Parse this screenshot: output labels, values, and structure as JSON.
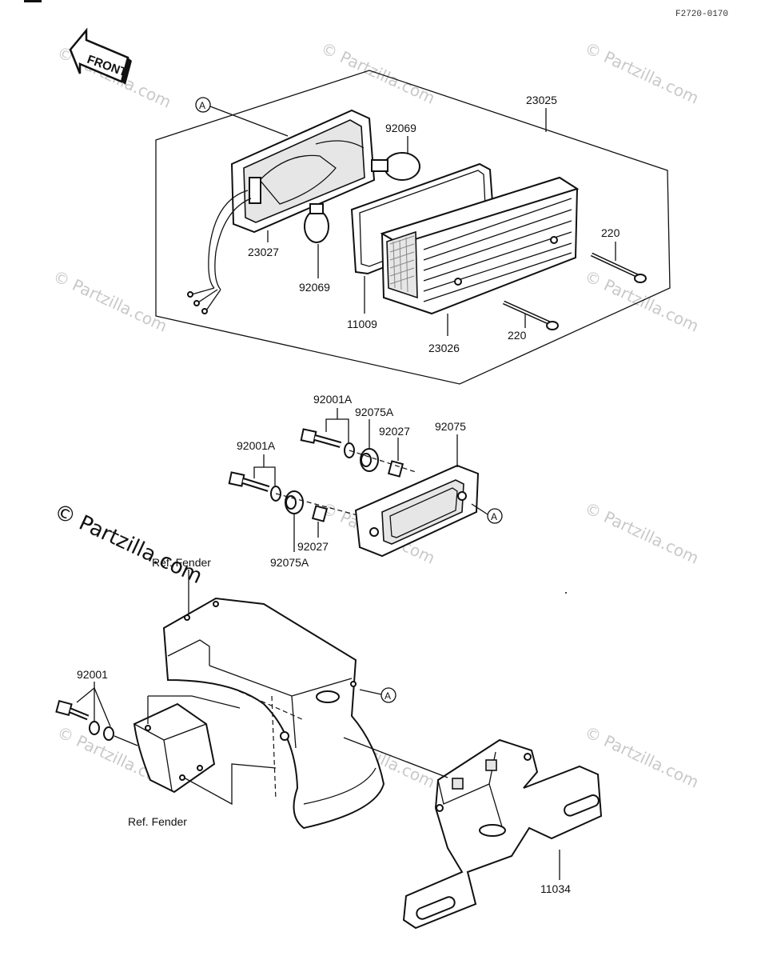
{
  "diagram": {
    "drawing_code": "F2720-0170",
    "front_label": "FRONT",
    "callout_a": "A",
    "labels": {
      "p23025": "23025",
      "p92069_top": "92069",
      "p23027": "23027",
      "p92069_bot": "92069",
      "p11009": "11009",
      "p23026": "23026",
      "p220_right": "220",
      "p220_bottom": "220",
      "p92001A_top": "92001A",
      "p92075A_top": "92075A",
      "p92027_top": "92027",
      "p92075": "92075",
      "p92001A_left": "92001A",
      "p92027_bot": "92027",
      "p92075A_bot": "92075A",
      "ref_fender_top": "Ref. Fender",
      "p92001": "92001",
      "ref_fender_bottom": "Ref. Fender",
      "p11034": "11034"
    },
    "watermark": {
      "main": "© Partzilla.com",
      "repeat": "© Partzilla.com"
    }
  }
}
